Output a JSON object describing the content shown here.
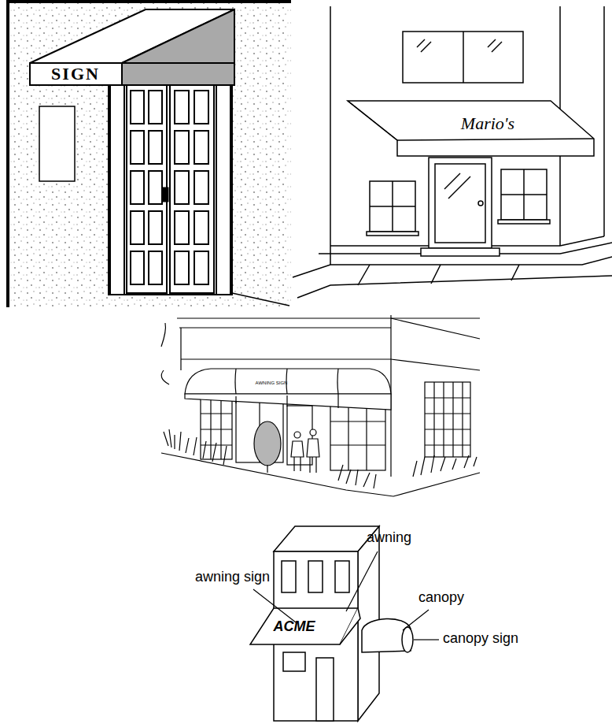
{
  "diagram": {
    "nodes": [
      {
        "text": [
          "SIGN"
        ]
      },
      {
        "text": [
          "Mario's"
        ]
      },
      {
        "text": [
          "AWNING SIGN"
        ]
      },
      {
        "text": [
          "ACME"
        ]
      }
    ],
    "labels": [
      "awning",
      "awning sign",
      "canopy",
      "canopy sign"
    ]
  }
}
